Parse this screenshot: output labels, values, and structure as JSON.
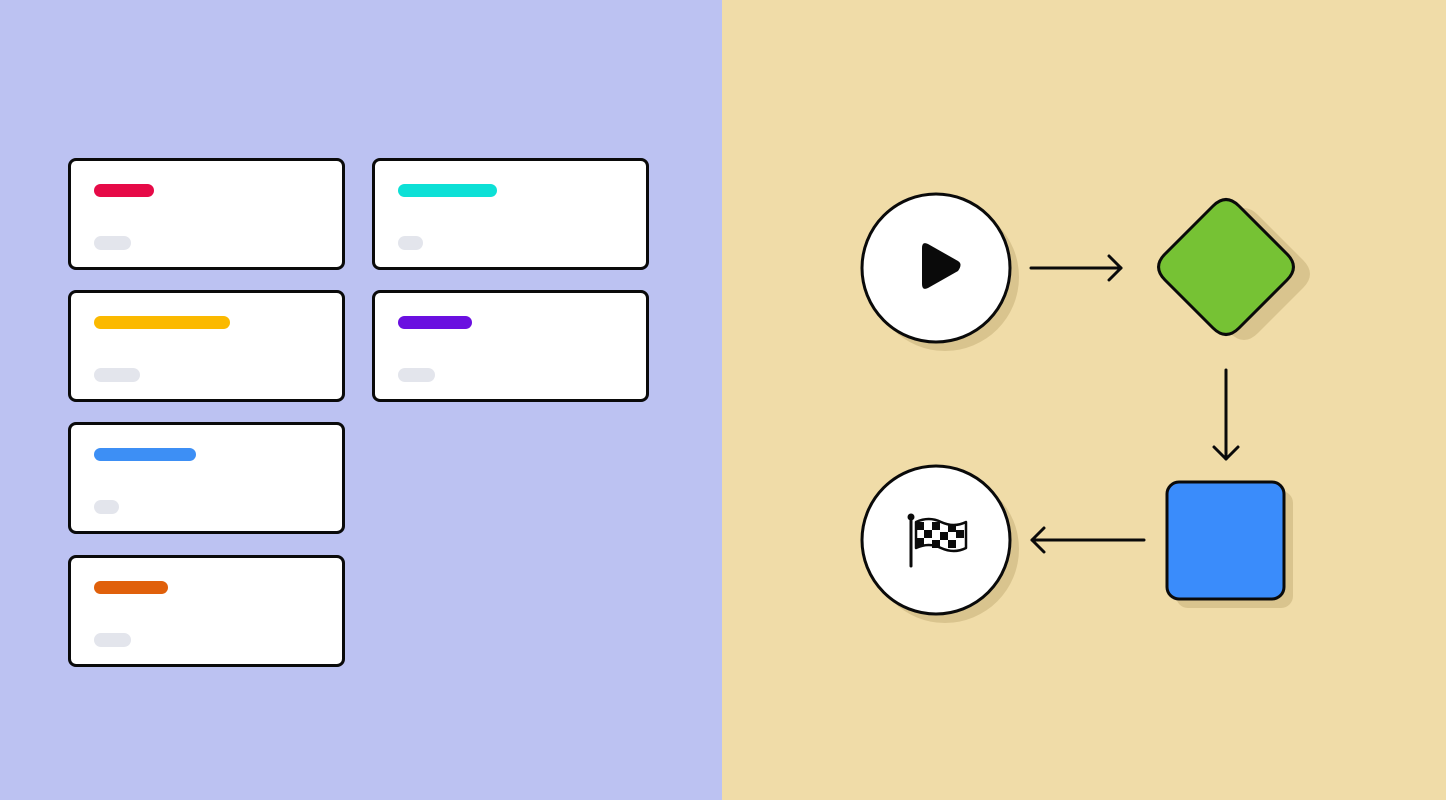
{
  "colors": {
    "left_background": "#bcc2f2",
    "right_background": "#f0dca8",
    "outline": "#0a0a0a",
    "shadow": "#d9c48e",
    "meta_placeholder": "#e3e5ec"
  },
  "task_board": {
    "cards": [
      {
        "accent": "#e60a47",
        "title_fill": 0.26,
        "meta_fill": 0.16
      },
      {
        "accent": "#0de0d6",
        "title_fill": 0.43,
        "meta_fill": 0.11
      },
      {
        "accent": "#fbb900",
        "title_fill": 0.59,
        "meta_fill": 0.2
      },
      {
        "accent": "#6a0fe0",
        "title_fill": 0.32,
        "meta_fill": 0.16
      },
      {
        "accent": "#3d8ff5",
        "title_fill": 0.44,
        "meta_fill": 0.11
      },
      {
        "accent": "#e0600b",
        "title_fill": 0.32,
        "meta_fill": 0.16
      }
    ]
  },
  "flowchart": {
    "nodes": [
      {
        "id": "start",
        "shape": "circle",
        "icon": "play-icon",
        "fill": "#ffffff"
      },
      {
        "id": "decision",
        "shape": "diamond",
        "fill": "#76c234"
      },
      {
        "id": "process",
        "shape": "rounded-square",
        "fill": "#3a8cfb"
      },
      {
        "id": "finish",
        "shape": "circle",
        "icon": "checkered-flag-icon",
        "fill": "#ffffff"
      }
    ],
    "edges": [
      {
        "from": "start",
        "to": "decision"
      },
      {
        "from": "decision",
        "to": "process"
      },
      {
        "from": "process",
        "to": "finish"
      }
    ]
  }
}
